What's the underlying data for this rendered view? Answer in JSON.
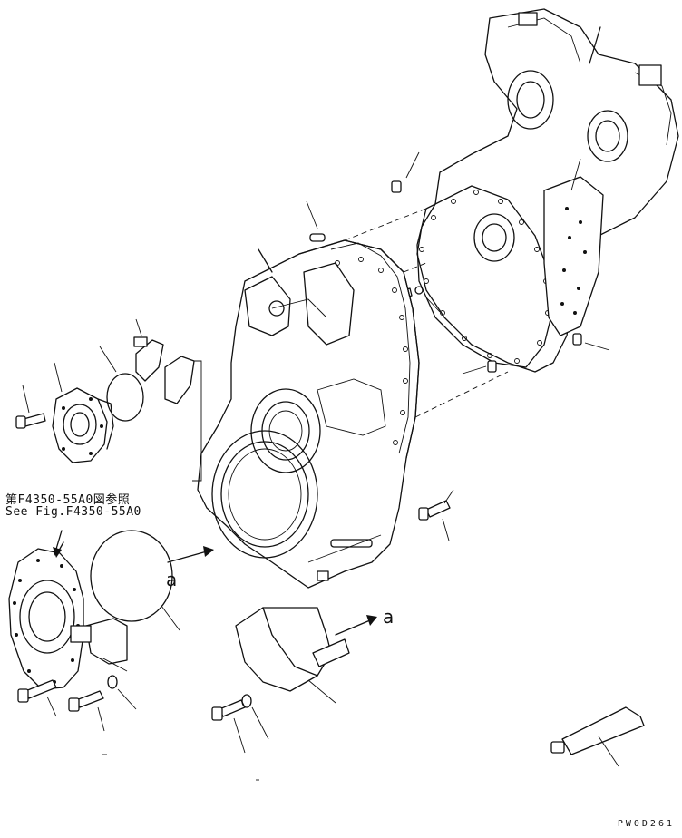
{
  "reference": {
    "jp": "第F4350-55A0図参照",
    "en": "See Fig.F4350-55A0"
  },
  "view_labels": [
    "a",
    "a"
  ],
  "drawing_code": "PW0D261"
}
